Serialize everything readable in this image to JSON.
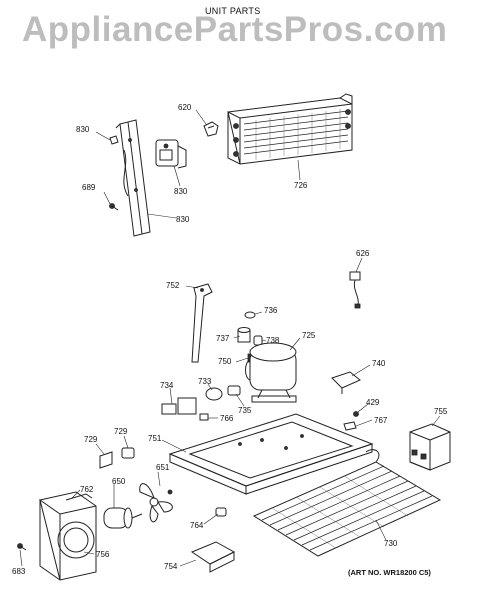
{
  "header": {
    "watermark": "AppliancePartsPros.com",
    "title": "UNIT PARTS"
  },
  "footer": {
    "art_no": "(ART NO. WR18200 C5)"
  },
  "callouts": {
    "c620": "620",
    "c726": "726",
    "c830a": "830",
    "c830b": "830",
    "c830c": "830",
    "c689": "689",
    "c626": "626",
    "c752": "752",
    "c736": "736",
    "c737": "737",
    "c738": "738",
    "c725": "725",
    "c750": "750",
    "c740": "740",
    "c734": "734",
    "c733": "733",
    "c735": "735",
    "c766": "766",
    "c429": "429",
    "c767": "767",
    "c755": "755",
    "c729a": "729",
    "c729b": "729",
    "c751": "751",
    "c651": "651",
    "c762": "762",
    "c650": "650",
    "c764": "764",
    "c730": "730",
    "c756": "756",
    "c754": "754",
    "c683": "683"
  }
}
